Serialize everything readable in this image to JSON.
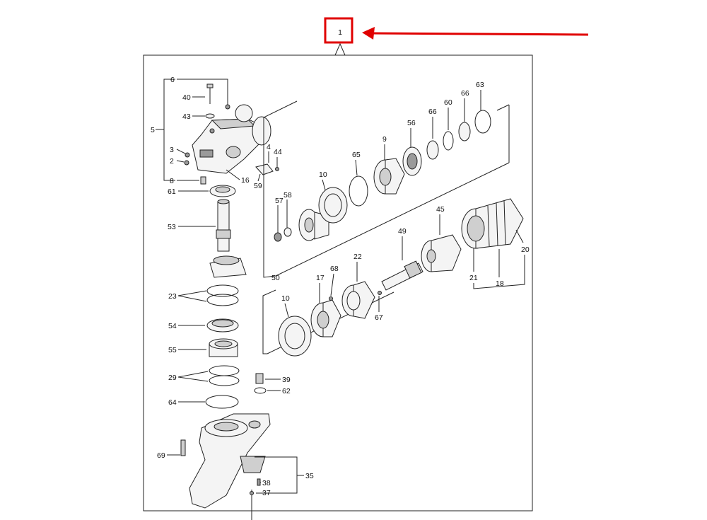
{
  "diagram": {
    "assembly_number": "1",
    "highlight_color": "#e00000",
    "callouts": {
      "c6": "6",
      "c40": "40",
      "c43": "43",
      "c5": "5",
      "c3": "3",
      "c2": "2",
      "c4": "4",
      "c44": "44",
      "c8": "8",
      "c16": "16",
      "c59": "59",
      "c61": "61",
      "c53": "53",
      "c57": "57",
      "c58": "58",
      "c10a": "10",
      "c65": "65",
      "c9": "9",
      "c56": "56",
      "c66a": "66",
      "c60": "60",
      "c66b": "66",
      "c63": "63",
      "c50": "50",
      "c45": "45",
      "c49": "49",
      "c20": "20",
      "c21": "21",
      "c18": "18",
      "c23": "23",
      "c17": "17",
      "c68": "68",
      "c22": "22",
      "c67": "67",
      "c10b": "10",
      "c54": "54",
      "c55": "55",
      "c29": "29",
      "c39": "39",
      "c62": "62",
      "c64": "64",
      "c69": "69",
      "c38": "38",
      "c35": "35",
      "c37": "37"
    }
  }
}
